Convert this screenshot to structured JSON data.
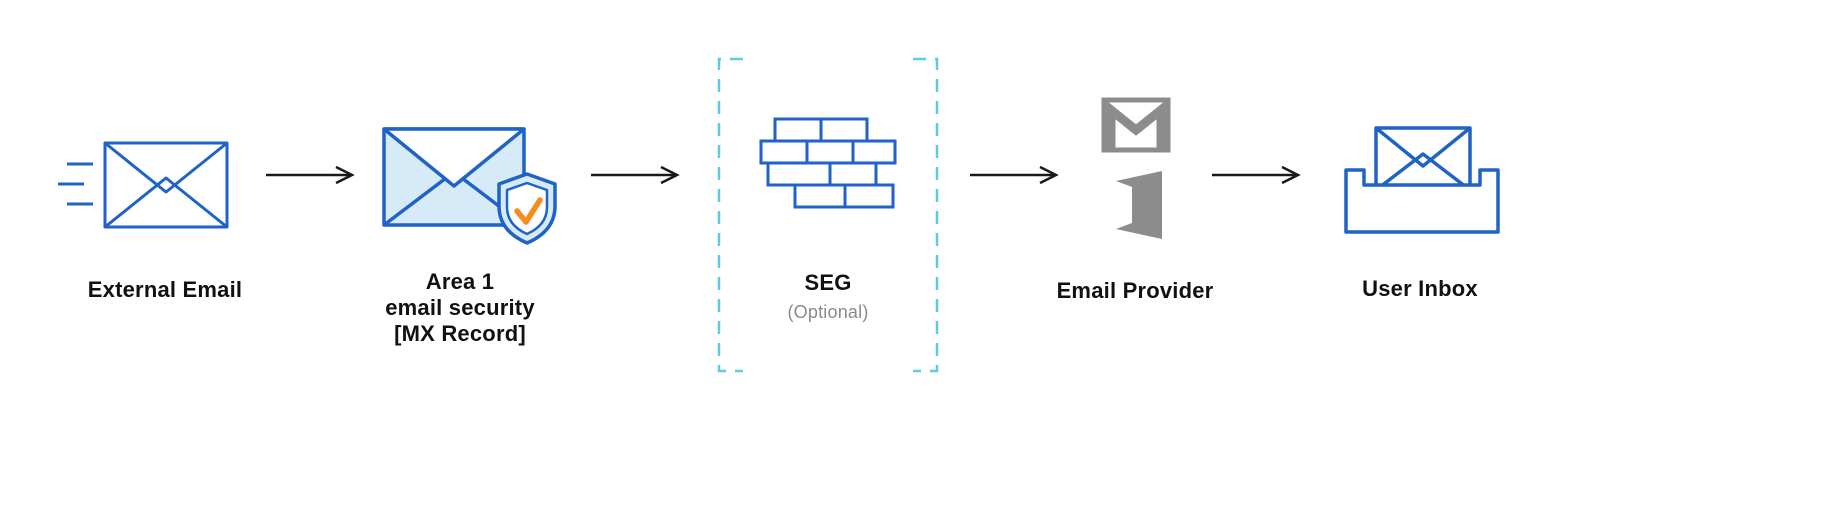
{
  "colors": {
    "primary_blue": "#1F63C6",
    "light_blue_fill": "#D7EAF8",
    "dashed_cyan": "#5FCBDC",
    "provider_gray": "#8C8C8C",
    "check_orange": "#F78C1E",
    "arrow_black": "#1A1A1A",
    "label_text": "#111111",
    "muted_text": "#8A8A8A"
  },
  "nodes": [
    {
      "id": "external-email",
      "icon": "envelope-speed-icon",
      "label": "External Email"
    },
    {
      "id": "area1-email-security",
      "icon": "envelope-shield-check-icon",
      "label_lines": [
        "Area 1",
        "email security",
        "[MX Record]"
      ]
    },
    {
      "id": "seg",
      "icon": "firewall-brick-icon",
      "label": "SEG",
      "sublabel": "(Optional)",
      "optional": true
    },
    {
      "id": "email-provider",
      "icon": "gmail-and-office-icons",
      "label": "Email Provider"
    },
    {
      "id": "user-inbox",
      "icon": "inbox-tray-icon",
      "label": "User Inbox"
    }
  ],
  "arrows": [
    {
      "from": "external-email",
      "to": "area1-email-security"
    },
    {
      "from": "area1-email-security",
      "to": "seg"
    },
    {
      "from": "seg",
      "to": "email-provider"
    },
    {
      "from": "email-provider",
      "to": "user-inbox"
    }
  ]
}
